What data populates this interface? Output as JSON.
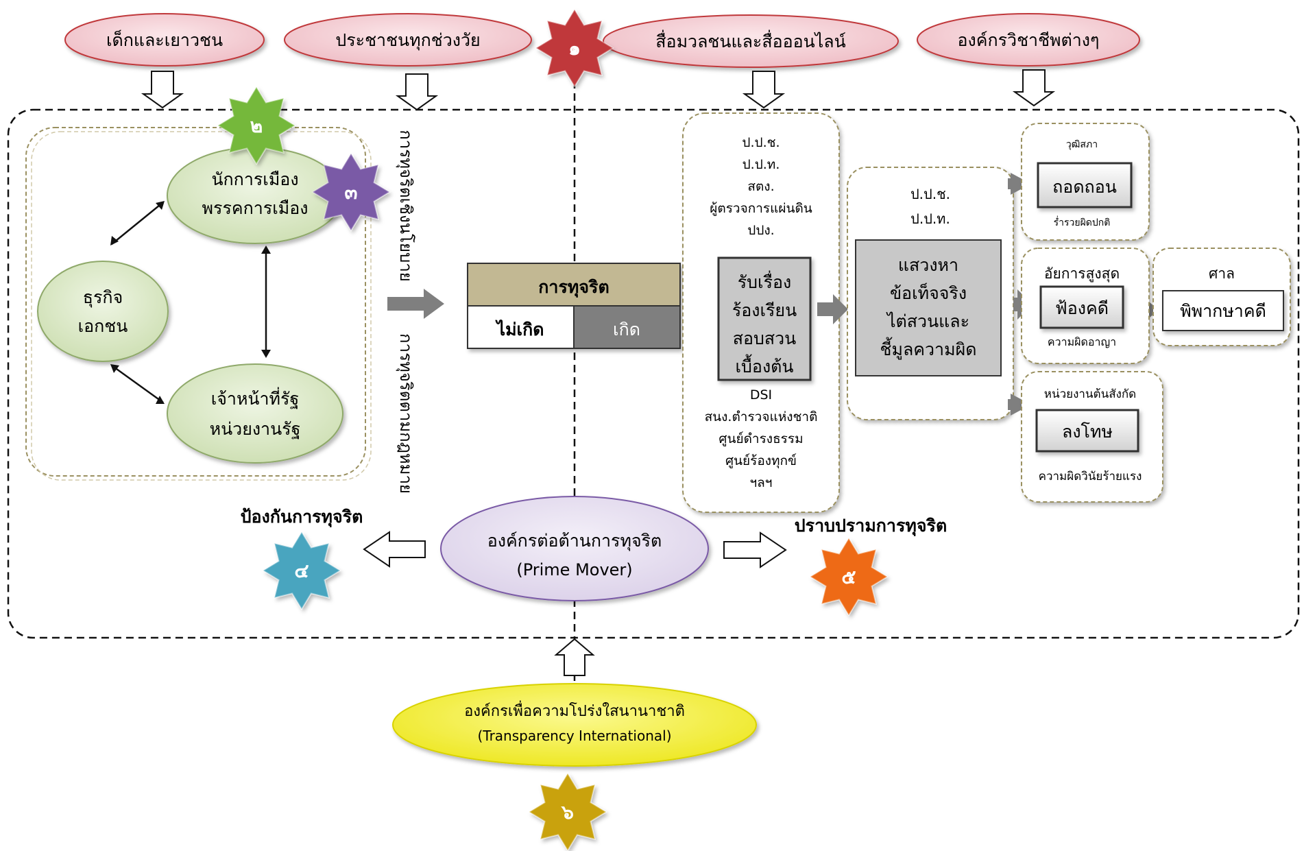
{
  "stakeholders": {
    "youth": "เด็กและเยาวชน",
    "all_ages": "ประชาชนทุกช่วงวัย",
    "media": "สื่อมวลชนและสื่อออนไลน์",
    "professional_orgs": "องค์กรวิชาชีพต่างๆ"
  },
  "stars": {
    "s1": "๑",
    "s2": "๒",
    "s3": "๓",
    "s4": "๔",
    "s5": "๕",
    "s6": "๖"
  },
  "actors": {
    "politician_line1": "นักการเมือง",
    "politician_line2": "พรรคการเมือง",
    "business_line1": "ธุรกิจ",
    "business_line2": "เอกชน",
    "official_line1": "เจ้าหน้าที่รัฐ",
    "official_line2": "หน่วยงานรัฐ"
  },
  "vertical_labels": {
    "policy_corruption": "การทุจริตเชิงนโยบาย",
    "legal_corruption": "การทุจริตตามกฎหมาย"
  },
  "corruption_box": {
    "title": "การทุจริต",
    "not_occur": "ไม่เกิด",
    "occur": "เกิด"
  },
  "intake": {
    "agencies_top": [
      "ป.ป.ช.",
      "ป.ป.ท.",
      "สตง.",
      "ผู้ตรวจการแผ่นดิน",
      "ปปง."
    ],
    "core_box": [
      "รับเรื่อง",
      "ร้องเรียน",
      "สอบสวน",
      "เบื้องต้น"
    ],
    "agencies_bottom": [
      "DSI",
      "สนง.ตำรวจแห่งชาติ",
      "ศูนย์ดำรงธรรม",
      "ศูนย์ร้องทุกข์",
      "ฯลฯ"
    ]
  },
  "investigation": {
    "agencies": [
      "ป.ป.ช.",
      "ป.ป.ท."
    ],
    "core_box": [
      "แสวงหา",
      "ข้อเท็จจริง",
      "ไต่สวนและ",
      "ชี้มูลความผิด"
    ]
  },
  "outcomes": {
    "senate_label": "วุฒิสภา",
    "removal": "ถอดถอน",
    "unusual_wealth": "ร่ำรวยผิดปกติ",
    "attorney_label": "อัยการสูงสุด",
    "prosecute": "ฟ้องคดี",
    "criminal_offense": "ความผิดอาญา",
    "court_label": "ศาล",
    "judgment": "พิพากษาคดี",
    "agency_label": "หน่วยงานต้นสังกัด",
    "punish": "ลงโทษ",
    "disciplinary": "ความผิดวินัยร้ายแรง"
  },
  "bottom": {
    "prevention": "ป้องกันการทุจริต",
    "suppression": "ปราบปรามการทุจริต",
    "prime_mover_line1": "องค์กรต่อต้านการทุจริต",
    "prime_mover_line2": "(Prime Mover)",
    "ti_line1": "องค์กรเพื่อความโปร่งใสนานาชาติ",
    "ti_line2": "(Transparency International)"
  },
  "colors": {
    "pink": "#f2c9cf",
    "green": "#dce9c8",
    "star_red": "#c0393b",
    "star_green": "#74b83a",
    "star_purple": "#7a5aa6",
    "star_teal": "#4aa5bf",
    "star_orange": "#ee6b12",
    "star_gold": "#c9a20c",
    "olive": "#c2b893",
    "dark_gray": "#7f7f7f",
    "lavender": "#e6dff0",
    "yellow": "#f5f03a"
  }
}
